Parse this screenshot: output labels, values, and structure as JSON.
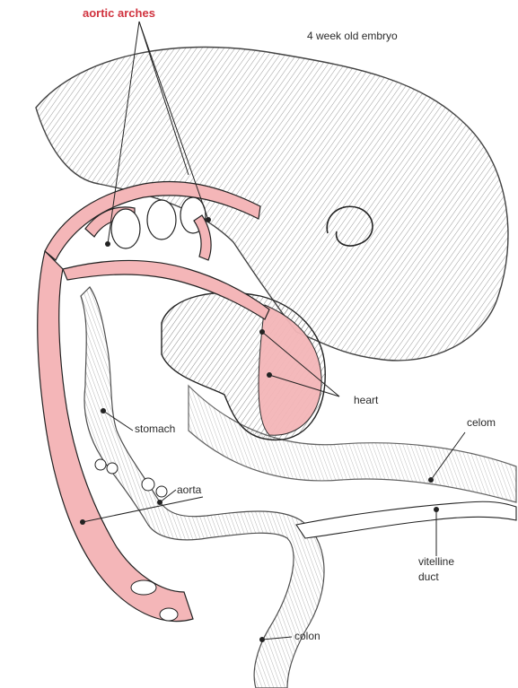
{
  "title": "4 week old embryo",
  "labels": {
    "aortic_arches": "aortic arches",
    "heart": "heart",
    "stomach": "stomach",
    "aorta": "aorta",
    "celom": "celom",
    "vitelline_duct_line1": "vitelline",
    "vitelline_duct_line2": "duct",
    "colon": "colon"
  },
  "colors": {
    "vessel_fill": "#f4b6b8",
    "highlight_label": "#d0323e",
    "ink": "#2a2a2a"
  }
}
